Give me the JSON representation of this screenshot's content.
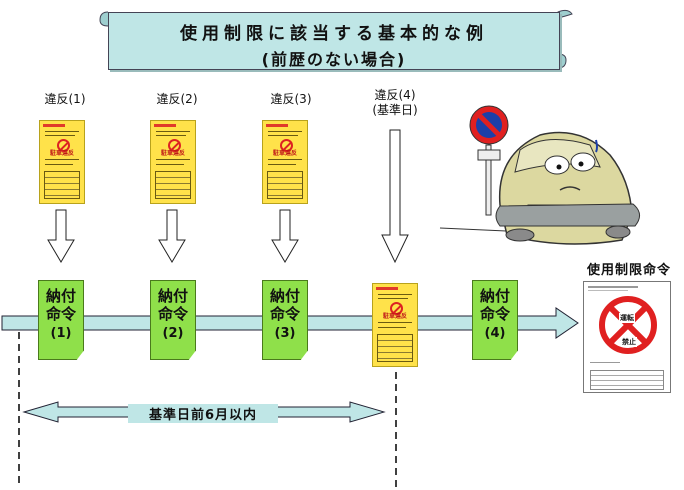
{
  "title": {
    "line1": "使用制限に該当する基本的な例",
    "line2": "(前歴のない場合)"
  },
  "violations": [
    {
      "label": "違反(1)",
      "sub": ""
    },
    {
      "label": "違反(2)",
      "sub": ""
    },
    {
      "label": "違反(3)",
      "sub": ""
    },
    {
      "label": "違反(4)",
      "sub": "(基準日)"
    }
  ],
  "ticket_title": "駐車違反",
  "notices": [
    {
      "l1": "納付",
      "l2": "命令",
      "num": "(1)"
    },
    {
      "l1": "納付",
      "l2": "命令",
      "num": "(2)"
    },
    {
      "l1": "納付",
      "l2": "命令",
      "num": "(3)"
    },
    {
      "l1": "納付",
      "l2": "命令",
      "num": "(4)"
    }
  ],
  "order": {
    "title": "使用制限命令",
    "sign_top": "運転",
    "sign_bottom": "禁止"
  },
  "period_label": "基準日前6月以内",
  "colors": {
    "title_fill": "#bfe6e6",
    "timeline_fill": "#bfe6e6",
    "ticket_fill": "#ffe24a",
    "notice_fill": "#8fe04a",
    "prohibition_red": "#e02020",
    "sign_blue": "#1c3fa8"
  }
}
